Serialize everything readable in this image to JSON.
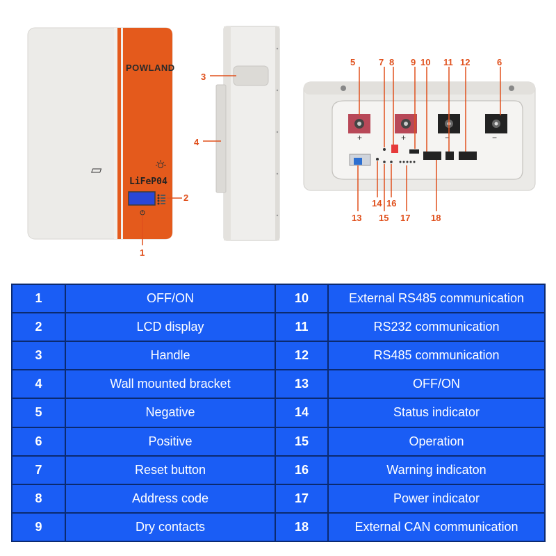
{
  "product": {
    "brand": "POWLAND",
    "chemistry": "LiFeP04"
  },
  "callouts": [
    "1",
    "2",
    "3",
    "4",
    "5",
    "6",
    "7",
    "8",
    "9",
    "10",
    "11",
    "12",
    "13",
    "14",
    "15",
    "16",
    "17",
    "18"
  ],
  "legend": {
    "rows": [
      {
        "left_num": "1",
        "left_label": "OFF/ON",
        "right_num": "10",
        "right_label": "External RS485 communication"
      },
      {
        "left_num": "2",
        "left_label": "LCD display",
        "right_num": "11",
        "right_label": "RS232 communication"
      },
      {
        "left_num": "3",
        "left_label": "Handle",
        "right_num": "12",
        "right_label": "RS485 communication"
      },
      {
        "left_num": "4",
        "left_label": "Wall mounted bracket",
        "right_num": "13",
        "right_label": "OFF/ON"
      },
      {
        "left_num": "5",
        "left_label": "Negative",
        "right_num": "14",
        "right_label": "Status indicator"
      },
      {
        "left_num": "6",
        "left_label": "Positive",
        "right_num": "15",
        "right_label": "Operation"
      },
      {
        "left_num": "7",
        "left_label": "Reset button",
        "right_num": "16",
        "right_label": "Warning indicaton"
      },
      {
        "left_num": "8",
        "left_label": "Address code",
        "right_num": "17",
        "right_label": "Power indicator"
      },
      {
        "left_num": "9",
        "left_label": "Dry contacts",
        "right_num": "18",
        "right_label": "External CAN communication"
      }
    ]
  },
  "colors": {
    "accent_orange": "#e45a1c",
    "callout": "#e0501c",
    "table_bg": "#1a5df5",
    "table_border": "#0b2a70"
  }
}
